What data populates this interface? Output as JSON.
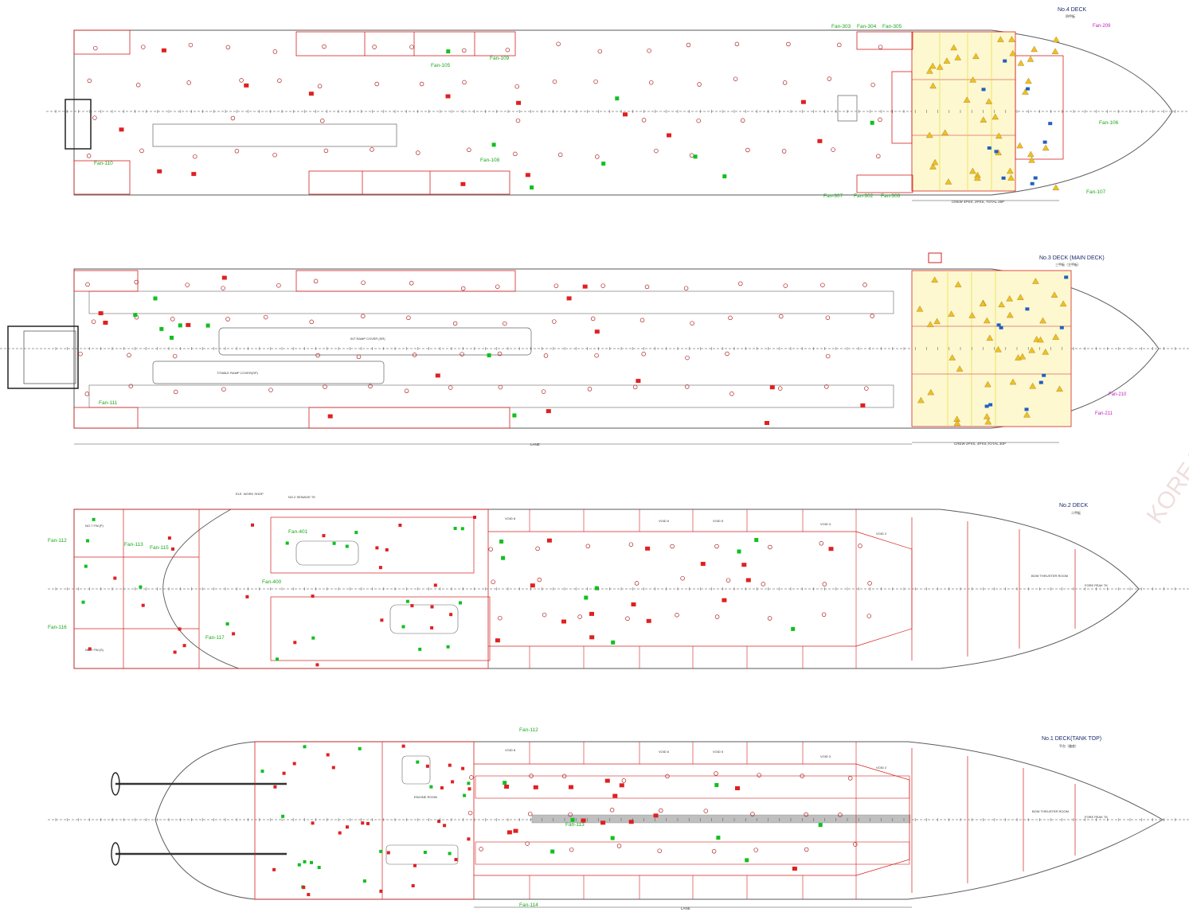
{
  "decks": [
    {
      "id": "deck4",
      "title": "No.4 DECK",
      "sub_labels": [
        "四甲板"
      ],
      "fans": [
        "Fan-303",
        "Fan-304",
        "Fan-305",
        "Fan-209",
        "Fan-106",
        "Fan-107",
        "Fan-108",
        "Fan-109",
        "Fan-110",
        "Fan-307",
        "Fan-302",
        "Fan-306",
        "Fan-105"
      ],
      "crew_note": "CREW 4PSX, 2PXS, TOTAL 26P"
    },
    {
      "id": "deck3",
      "title": "No.3 DECK (MAIN DECK)",
      "sub_labels": [
        "三甲板（主甲板）"
      ],
      "fans": [
        "Fan-111",
        "Fan-210",
        "Fan-211"
      ],
      "texts": [
        "INT RAMP COVER (SR)",
        "T/TABLE RAMP COVER(SP)",
        "LANE",
        "CREW 2PXS, 4PXS,TOTAL 30P"
      ],
      "crew_note": "CREW 2PXS, 4PXS,TOTAL 30P"
    },
    {
      "id": "deck2",
      "title": "No.2 DECK",
      "sub_labels": [
        "二甲板"
      ],
      "fans": [
        "Fan-112",
        "Fan-113",
        "Fan-401",
        "Fan-400",
        "Fan-116",
        "Fan-117",
        "Fan-115"
      ],
      "texts": [
        "ELE. WORK SHOP",
        "NO.2 SEWAGE TK",
        "NO.7 FW.(P)",
        "NO.7 FW.(S)",
        "VOID 8",
        "VOID 6",
        "VOID 5",
        "VOID 3",
        "VOID 2",
        "BOW THRUSTER ROOM",
        "FORE PEAK TK"
      ]
    },
    {
      "id": "deck1",
      "title": "No.1 DECK(TANK TOP)",
      "sub_labels": [
        "平台（艙底）"
      ],
      "fans": [
        "Fan-112",
        "Fan-113",
        "Fan-114"
      ],
      "texts": [
        "ENGINE ROOM",
        "VOID 8",
        "VOID 6",
        "VOID 5",
        "VOID 3",
        "VOID 2",
        "BOW THRUSTER ROOM",
        "FORE PEAK TK",
        "LANE"
      ]
    }
  ],
  "colors": {
    "hull": "#5a5a5a",
    "red_lines": "#d42020",
    "centerline": "#404040",
    "fan_text": "#1aa81a",
    "yellow_zone": "#e8d820",
    "icon_red": "#e02020",
    "icon_green": "#10c020",
    "icon_blue": "#2060c0",
    "watermark": "#f0d8d8"
  },
  "watermark_text": "KOREA"
}
